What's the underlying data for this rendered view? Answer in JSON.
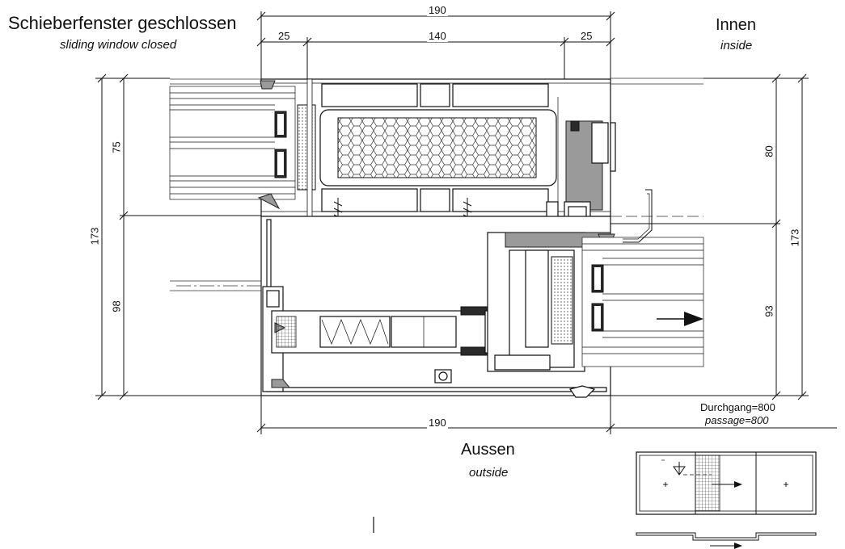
{
  "header": {
    "title": "Schieberfenster geschlossen",
    "subtitle": "sliding window closed"
  },
  "inside": {
    "label": "Innen",
    "sublabel": "inside"
  },
  "outside": {
    "label": "Aussen",
    "sublabel": "outside"
  },
  "passage": {
    "label": "Durchgang=800",
    "sublabel": "passage=800"
  },
  "dimensions": {
    "top_total": "190",
    "top_left": "25",
    "top_middle": "140",
    "top_right": "25",
    "bottom_total": "190",
    "left_total": "173",
    "left_upper": "75",
    "left_lower": "98",
    "right_total": "173",
    "right_upper": "80",
    "right_lower": "93"
  }
}
